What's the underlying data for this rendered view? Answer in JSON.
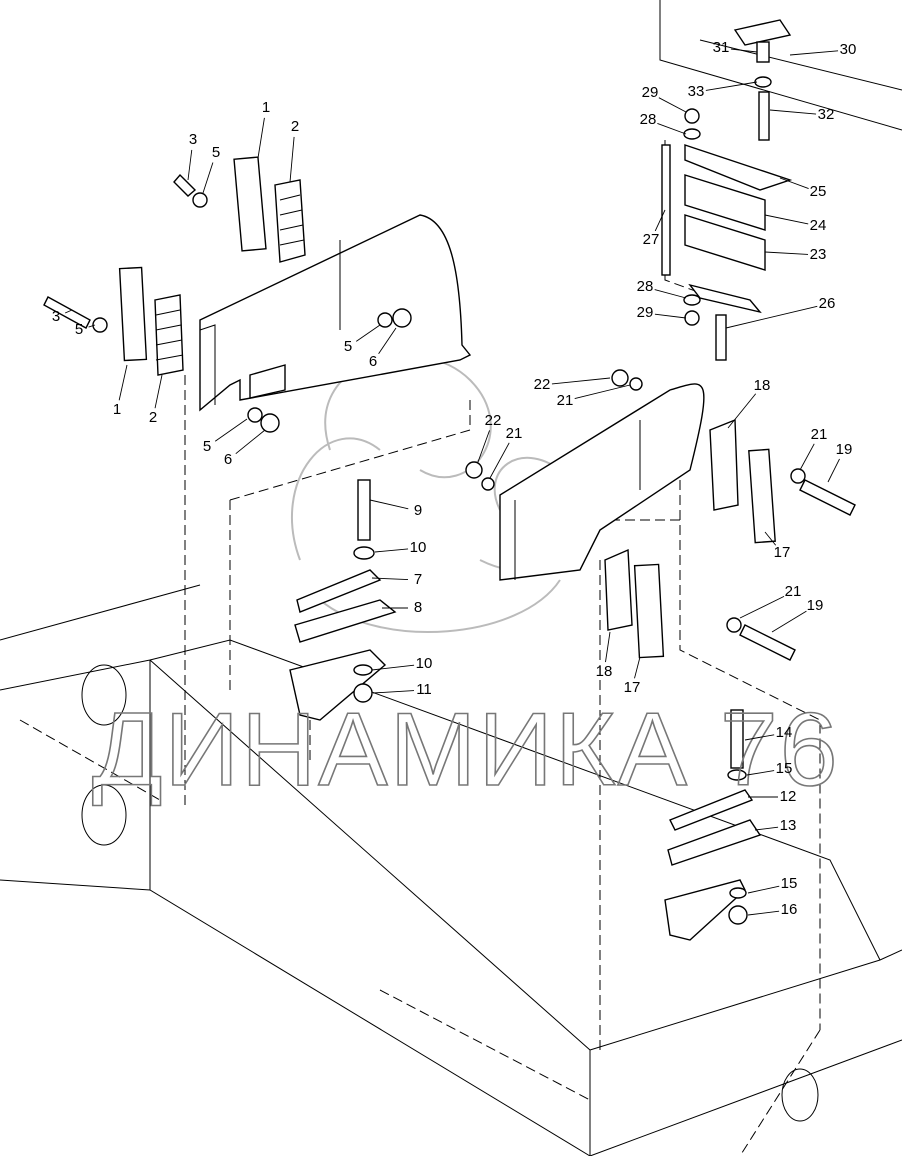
{
  "diagram": {
    "title": "Exploded parts diagram: cable clamp brackets on frame",
    "watermark": "ДИНАМИКА 76",
    "callouts": [
      "1",
      "2",
      "3",
      "5",
      "1",
      "2",
      "3",
      "5",
      "5",
      "6",
      "5",
      "6",
      "9",
      "10",
      "7",
      "8",
      "10",
      "11",
      "22",
      "21",
      "22",
      "21",
      "18",
      "21",
      "19",
      "17",
      "21",
      "19",
      "18",
      "17",
      "14",
      "15",
      "12",
      "13",
      "15",
      "16",
      "31",
      "30",
      "29",
      "33",
      "32",
      "28",
      "25",
      "24",
      "23",
      "27",
      "28",
      "29",
      "26"
    ]
  }
}
